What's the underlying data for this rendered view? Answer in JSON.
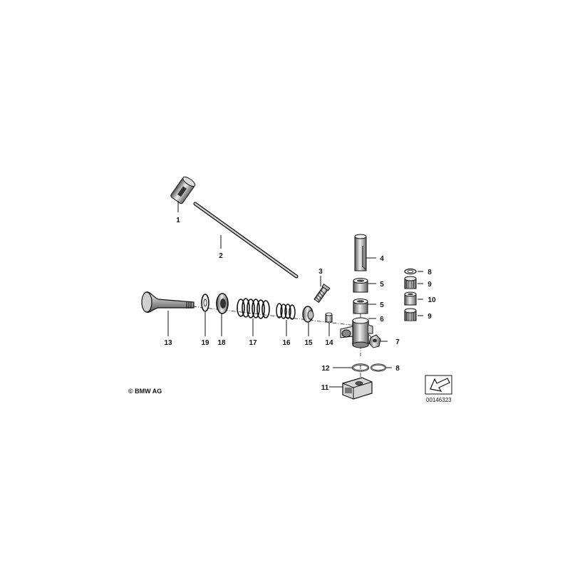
{
  "diagram": {
    "copyright": "© BMW AG",
    "document_number": "00146323",
    "callouts": {
      "c1": "1",
      "c2": "2",
      "c3": "3",
      "c4": "4",
      "c5a": "5",
      "c5b": "5",
      "c6": "6",
      "c7": "7",
      "c8a": "8",
      "c8b": "8",
      "c9a": "9",
      "c9b": "9",
      "c10": "10",
      "c11": "11",
      "c12": "12",
      "c13": "13",
      "c14": "14",
      "c15": "15",
      "c16": "16",
      "c17": "17",
      "c18": "18",
      "c19": "19"
    }
  }
}
